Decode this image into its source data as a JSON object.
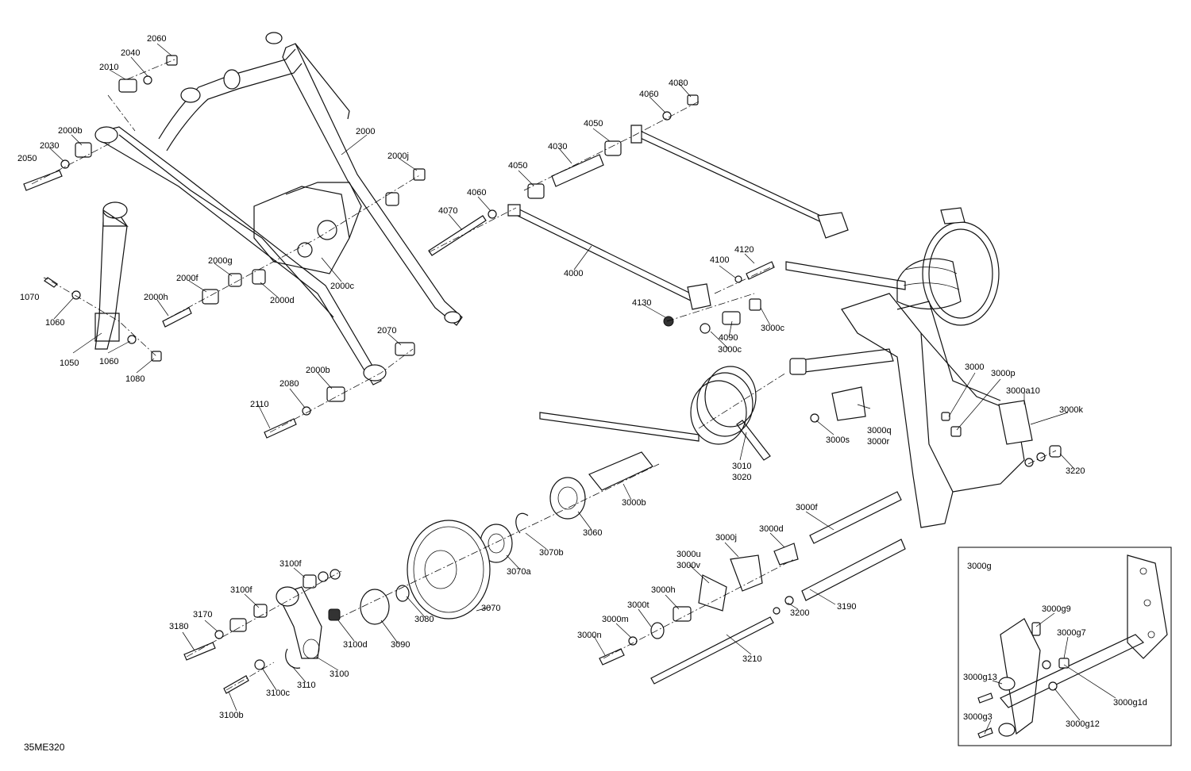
{
  "figure": {
    "code": "35ME320",
    "inset_title": "3000g"
  },
  "labels": [
    "2060",
    "2040",
    "2010",
    "2000b",
    "2030",
    "2050",
    "2000",
    "2000j",
    "2000g",
    "2000f",
    "2000h",
    "2000c",
    "2000d",
    "1070",
    "1060",
    "1050",
    "1060",
    "1080",
    "2070",
    "2000b",
    "2080",
    "2110",
    "4080",
    "4060",
    "4050",
    "4030",
    "4050",
    "4060",
    "4070",
    "4000",
    "4120",
    "4100",
    "4130",
    "4090",
    "3000c",
    "3000c",
    "3000",
    "3000p",
    "3000a10",
    "3000k",
    "3000q",
    "3000r",
    "3000s",
    "3010",
    "3020",
    "3220",
    "3000b",
    "3060",
    "3070b",
    "3070a",
    "3070",
    "3000f",
    "3000d",
    "3000j",
    "3000u",
    "3000v",
    "3000h",
    "3000t",
    "3000m",
    "3000n",
    "3190",
    "3200",
    "3210",
    "3100f",
    "3100f",
    "3170",
    "3180",
    "3100d",
    "3090",
    "3080",
    "3100",
    "3110",
    "3100c",
    "3100b",
    "3000g9",
    "3000g7",
    "3000g13",
    "3000g1d",
    "3000g3",
    "3000g12"
  ]
}
